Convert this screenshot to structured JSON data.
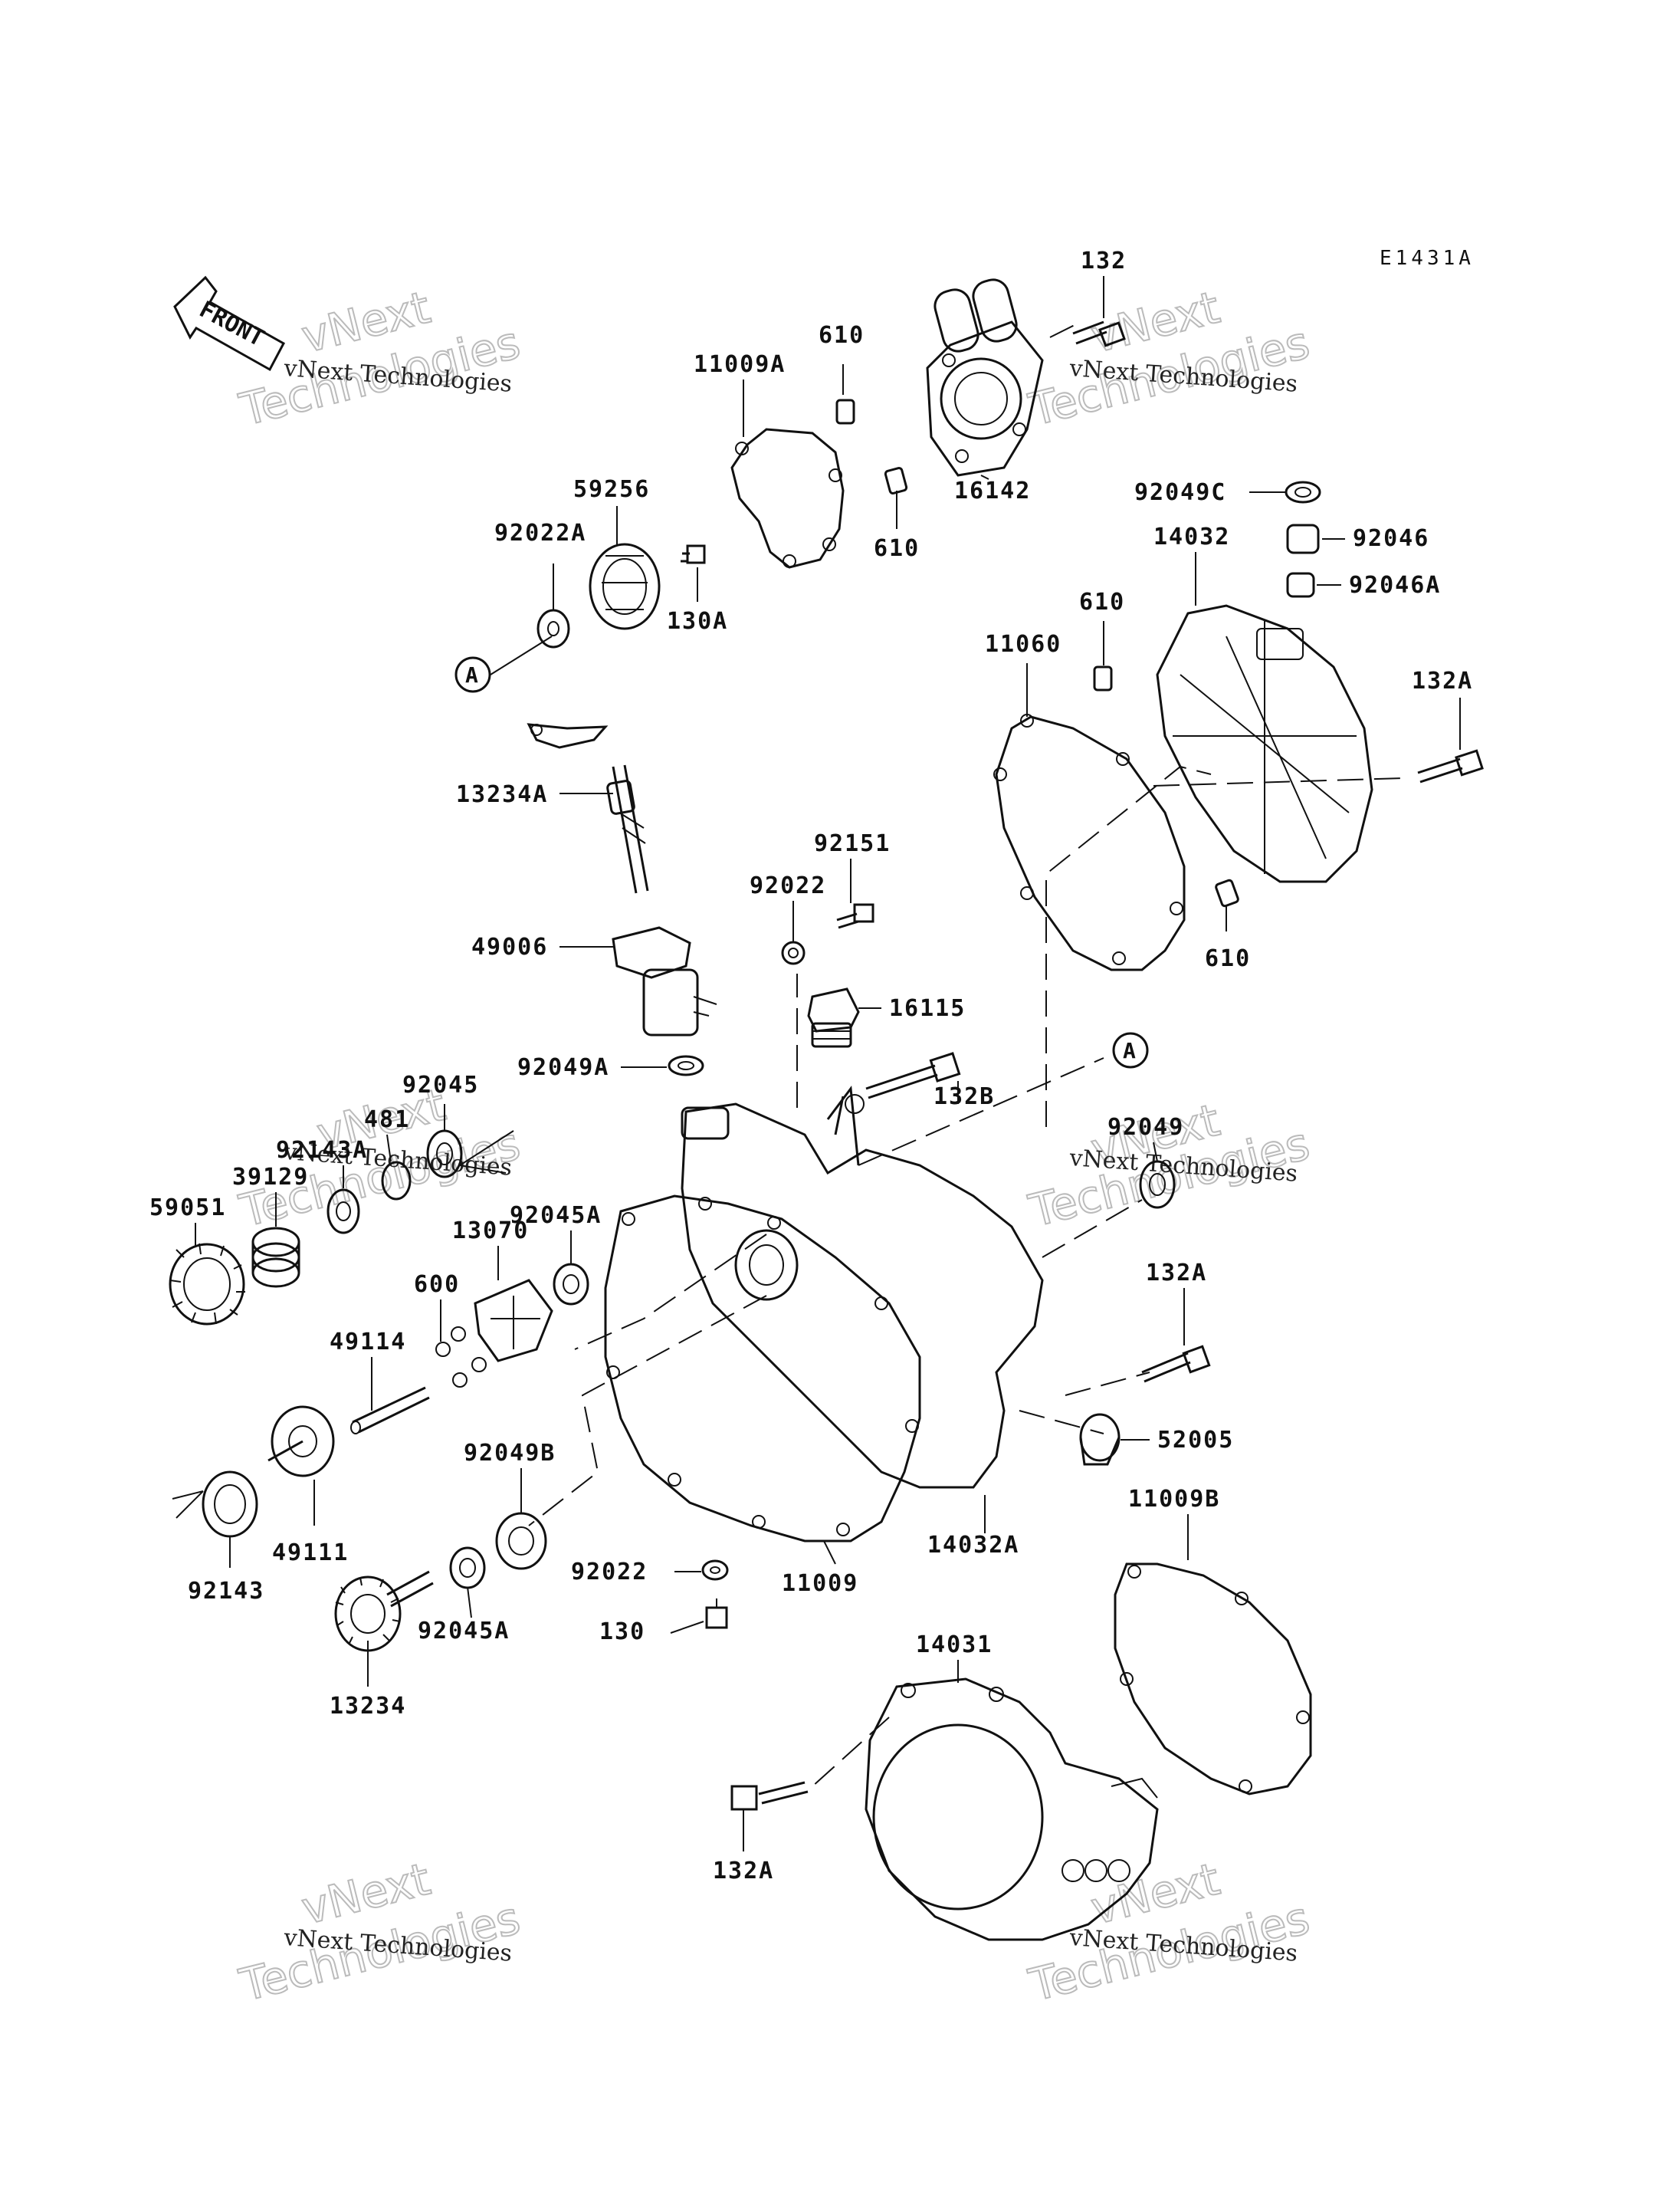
{
  "diagram_code": "E1431A",
  "front_label": "FRONT",
  "callout_letter": "A",
  "watermark_line1": "vNext Technologies",
  "watermark_line2": "Technologies",
  "watermark_line3": "vNext",
  "parts": {
    "p132_top": "132",
    "p610_a": "610",
    "p11009A": "11009A",
    "p16142": "16142",
    "p610_b": "610",
    "p59256": "59256",
    "p92022A": "92022A",
    "p130A": "130A",
    "p92049C": "92049C",
    "p92046": "92046",
    "p14032": "14032",
    "p92046A": "92046A",
    "p610_c": "610",
    "p11060": "11060",
    "p132A_r": "132A",
    "p13234A": "13234A",
    "p92151": "92151",
    "p92022_mid": "92022",
    "p610_d": "610",
    "p49006": "49006",
    "p16115": "16115",
    "p92049A": "92049A",
    "p132B": "132B",
    "p92045": "92045",
    "p481": "481",
    "p92143A": "92143A",
    "p39129": "39129",
    "p92049": "92049",
    "p59051": "59051",
    "p92045A_top": "92045A",
    "p13070": "13070",
    "p600": "600",
    "p132A_mid": "132A",
    "p49114": "49114",
    "p52005": "52005",
    "p92049B": "92049B",
    "p11009B": "11009B",
    "p49111": "49111",
    "p92143": "92143",
    "p92022_low": "92022",
    "p14032A": "14032A",
    "p11009": "11009",
    "p130": "130",
    "p92045A_low": "92045A",
    "p14031": "14031",
    "p13234": "13234",
    "p132A_low": "132A"
  }
}
